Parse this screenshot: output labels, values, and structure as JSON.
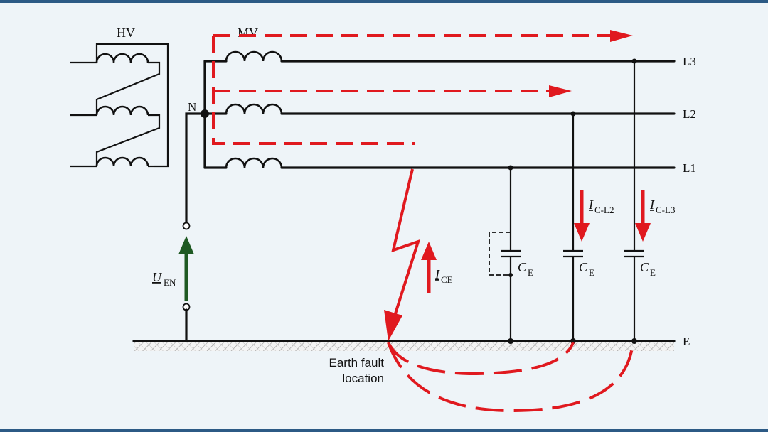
{
  "labels": {
    "hv": "HV",
    "mv": "MV",
    "neutral": "N",
    "l3": "L3",
    "l2": "L2",
    "l1": "L1",
    "earth": "E",
    "u_en_main": "U",
    "u_en_sub": "EN",
    "i_ce_main": "I",
    "i_ce_sub": "CE",
    "i_cl2_main": "I",
    "i_cl2_sub": "C-L2",
    "i_cl3_main": "I",
    "i_cl3_sub": "C-L3",
    "ce_main": "C",
    "ce_sub": "E",
    "fault_line1": "Earth fault",
    "fault_line2": "location"
  },
  "colors": {
    "background": "#eef4f8",
    "frame": "#2c5a85",
    "wire": "#111111",
    "fault_current": "#e0191f",
    "voltage_arrow": "#1f5a23",
    "earth_hatch": "#9a9a9a"
  }
}
